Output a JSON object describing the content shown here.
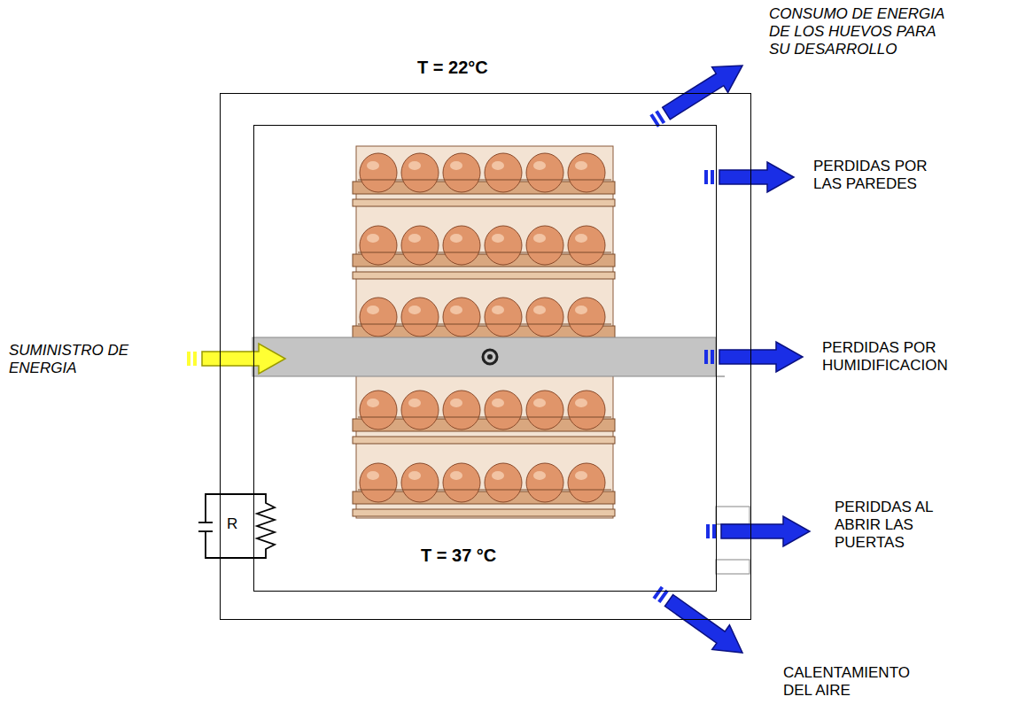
{
  "diagram": {
    "nodes": [
      {
        "text": [
          "T = 22°C"
        ]
      },
      {
        "text": [
          "T = 37 °C"
        ],
        "in": 0
      }
    ],
    "labels": [
      "CONSUMO DE ENERGIA DE LOS HUEVOS PARA SU DESARROLLO",
      "PERDIDAS POR LAS PAREDES",
      "SUMINISTRO DE ENERGIA",
      "PERDIDAS POR HUMIDIFICACION",
      "R",
      "PERIDDAS AL ABRIR LAS PUERTAS",
      "CALENTAMIENTO DEL AIRE"
    ]
  }
}
